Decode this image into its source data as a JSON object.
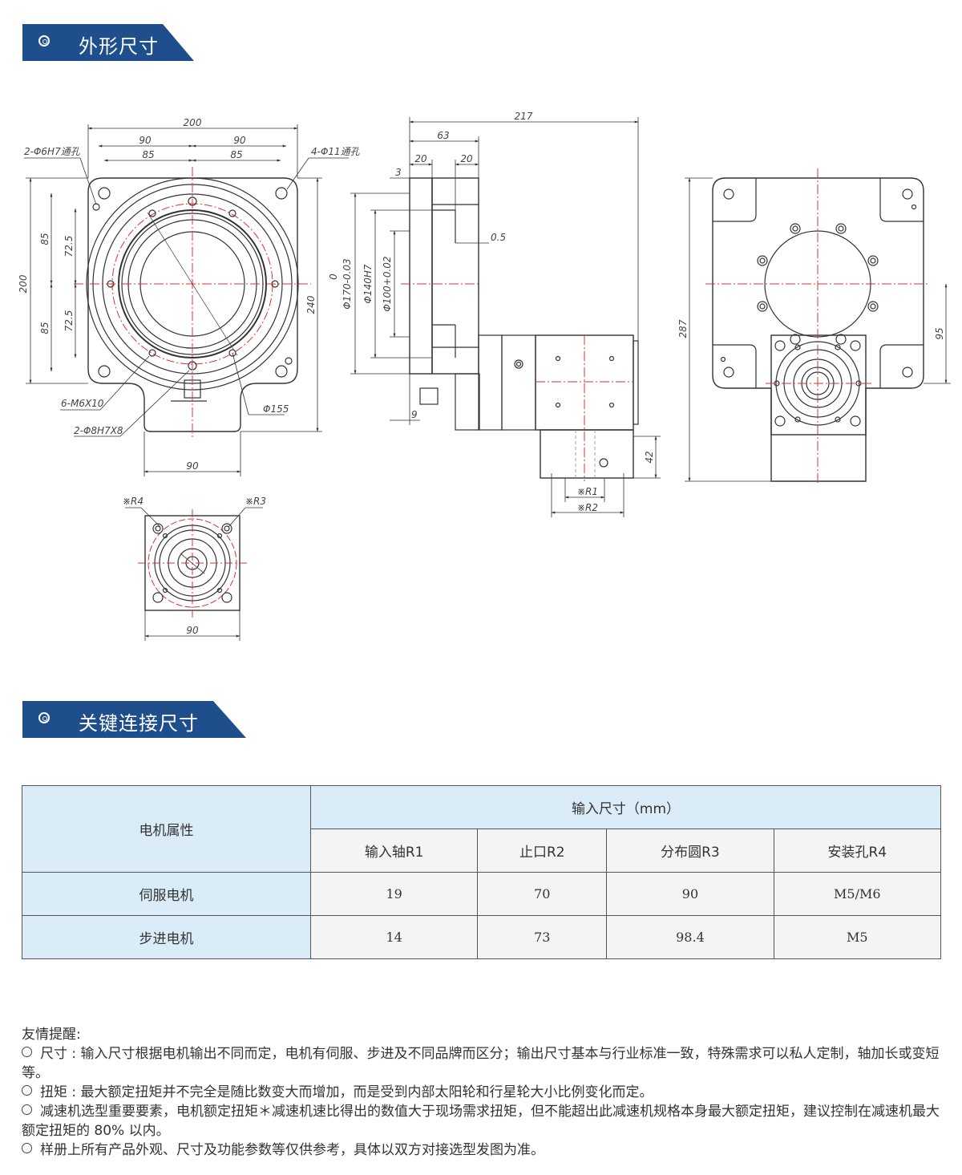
{
  "sections": {
    "outline_title": "外形尺寸",
    "connection_title": "关键连接尺寸"
  },
  "colors": {
    "accent": "#1e4e8c",
    "table_header": "#d9ecf8",
    "centerline": "#e03030"
  },
  "drawing": {
    "front_labels": {
      "hole_6": "2-Φ6H7通孔",
      "hole_11": "4-Φ11通孔",
      "w200": "200",
      "w90a": "90",
      "w90b": "90",
      "w85a": "85",
      "w85b": "85",
      "h200": "200",
      "h85a": "85",
      "h72a": "72.5",
      "h85b": "85",
      "h72b": "72.5",
      "h240": "240",
      "m6": "6-M6X10",
      "pin8": "2-Φ8H7X8",
      "d155": "Φ155",
      "w90c": "90"
    },
    "side_labels": {
      "l217": "217",
      "l63": "63",
      "l20a": "20",
      "l20b": "20",
      "l3": "3",
      "l05": "0.5",
      "d170": "Φ170-0.03",
      "d170_tol": "0",
      "d140": "Φ140H7",
      "d100": "Φ100+0.02",
      "l9": "9",
      "l42": "42",
      "r1": "※R1",
      "r2": "※R2"
    },
    "back_labels": {
      "h287": "287",
      "h95": "95"
    },
    "input_labels": {
      "r4": "※R4",
      "r3": "※R3",
      "w90": "90"
    }
  },
  "table": {
    "row_header": "电机属性",
    "group_header": "输入尺寸（mm）",
    "columns": [
      "输入轴R1",
      "止口R2",
      "分布圆R3",
      "安装孔R4"
    ],
    "rows": [
      {
        "label": "伺服电机",
        "values": [
          "19",
          "70",
          "90",
          "M5/M6"
        ]
      },
      {
        "label": "步进电机",
        "values": [
          "14",
          "73",
          "98.4",
          "M5"
        ]
      }
    ]
  },
  "notes": {
    "heading": "友情提醒:",
    "items": [
      "尺寸 : 输入尺寸根据电机输出不同而定，电机有伺服、步进及不同品牌而区分；输出尺寸基本与行业标准一致，特殊需求可以私人定制，轴加长或变短等。",
      "扭矩 : 最大额定扭矩并不完全是随比数变大而增加，而是受到内部太阳轮和行星轮大小比例变化而定。",
      "减速机选型重要要素，电机额定扭矩＊减速机速比得出的数值大于现场需求扭矩，但不能超出此减速机规格本身最大额定扭矩，建议控制在减速机最大额定扭矩的 80% 以内。",
      "样册上所有产品外观、尺寸及功能参数等仅供参考，具体以双方对接选型发图为准。"
    ]
  }
}
